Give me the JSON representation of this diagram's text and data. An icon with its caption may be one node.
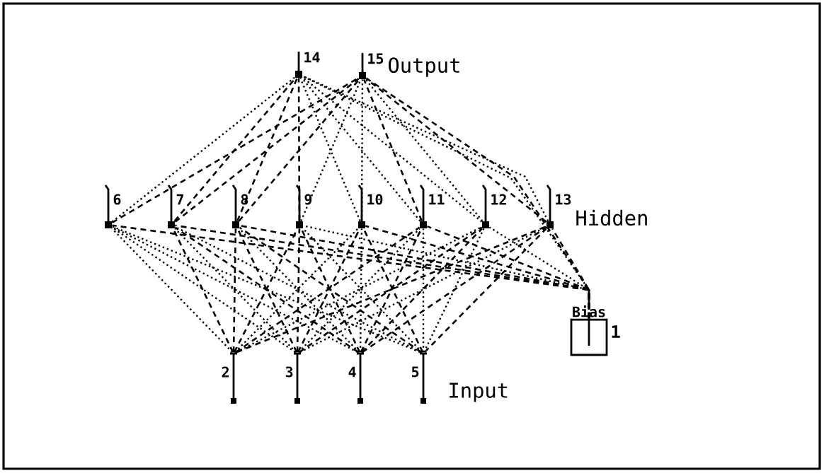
{
  "diagram": {
    "nodes": [
      {
        "text": [
          "14"
        ]
      },
      {
        "text": [
          "15"
        ]
      },
      {
        "text": [
          "6"
        ]
      },
      {
        "text": [
          "7"
        ]
      },
      {
        "text": [
          "8"
        ]
      },
      {
        "text": [
          "9"
        ]
      },
      {
        "text": [
          "10"
        ]
      },
      {
        "text": [
          "11"
        ]
      },
      {
        "text": [
          "12"
        ]
      },
      {
        "text": [
          "13"
        ]
      },
      {
        "text": [
          "2"
        ]
      },
      {
        "text": [
          "3"
        ]
      },
      {
        "text": [
          "4"
        ]
      },
      {
        "text": [
          "5"
        ]
      },
      {
        "text": [
          "Bias"
        ],
        "beside": [
          "1"
        ]
      }
    ],
    "edges": [
      {
        "from": 2,
        "to": 0,
        "arrow": "none"
      },
      {
        "from": 3,
        "to": 0,
        "arrow": "none",
        "style": "dashed"
      },
      {
        "from": 4,
        "to": 0,
        "arrow": "none",
        "style": "dashed"
      },
      {
        "from": 5,
        "to": 0,
        "arrow": "none",
        "style": "dashed"
      },
      {
        "from": 6,
        "to": 0,
        "arrow": "none"
      },
      {
        "from": 7,
        "to": 0,
        "arrow": "none"
      },
      {
        "from": 8,
        "to": 0,
        "arrow": "none"
      },
      {
        "from": 9,
        "to": 0,
        "arrow": "none"
      },
      {
        "from": 2,
        "to": 1,
        "arrow": "none",
        "style": "dashed"
      },
      {
        "from": 3,
        "to": 1,
        "arrow": "none",
        "style": "dashed"
      },
      {
        "from": 4,
        "to": 1,
        "arrow": "none",
        "style": "dashed"
      },
      {
        "from": 5,
        "to": 1,
        "arrow": "none"
      },
      {
        "from": 6,
        "to": 1,
        "arrow": "none"
      },
      {
        "from": 7,
        "to": 1,
        "arrow": "none",
        "style": "dashed"
      },
      {
        "from": 8,
        "to": 1,
        "arrow": "none"
      },
      {
        "from": 9,
        "to": 1,
        "arrow": "none",
        "style": "dashed"
      },
      {
        "from": 10,
        "to": 2,
        "arrow": "none"
      },
      {
        "from": 10,
        "to": 3,
        "arrow": "none",
        "style": "dashed"
      },
      {
        "from": 10,
        "to": 4,
        "arrow": "none",
        "style": "dashed"
      },
      {
        "from": 10,
        "to": 5,
        "arrow": "none",
        "style": "dashed"
      },
      {
        "from": 10,
        "to": 6,
        "arrow": "none"
      },
      {
        "from": 10,
        "to": 7,
        "arrow": "none",
        "style": "dashed"
      },
      {
        "from": 10,
        "to": 8,
        "arrow": "none"
      },
      {
        "from": 10,
        "to": 9,
        "arrow": "none",
        "style": "dashed"
      },
      {
        "from": 11,
        "to": 2,
        "arrow": "none"
      },
      {
        "from": 11,
        "to": 3,
        "arrow": "none"
      },
      {
        "from": 11,
        "to": 4,
        "arrow": "none",
        "style": "dashed"
      },
      {
        "from": 11,
        "to": 5,
        "arrow": "none",
        "style": "dashed"
      },
      {
        "from": 11,
        "to": 6,
        "arrow": "none",
        "style": "dashed"
      },
      {
        "from": 11,
        "to": 7,
        "arrow": "none"
      },
      {
        "from": 11,
        "to": 8,
        "arrow": "none",
        "style": "dashed"
      },
      {
        "from": 11,
        "to": 9,
        "arrow": "none"
      },
      {
        "from": 12,
        "to": 2,
        "arrow": "none"
      },
      {
        "from": 12,
        "to": 3,
        "arrow": "none",
        "style": "dashed"
      },
      {
        "from": 12,
        "to": 4,
        "arrow": "none"
      },
      {
        "from": 12,
        "to": 5,
        "arrow": "none",
        "style": "dashed"
      },
      {
        "from": 12,
        "to": 6,
        "arrow": "none"
      },
      {
        "from": 12,
        "to": 7,
        "arrow": "none",
        "style": "dashed"
      },
      {
        "from": 12,
        "to": 8,
        "arrow": "none",
        "style": "dashed"
      },
      {
        "from": 12,
        "to": 9,
        "arrow": "none",
        "style": "dashed"
      },
      {
        "from": 13,
        "to": 2,
        "arrow": "none"
      },
      {
        "from": 13,
        "to": 3,
        "arrow": "none"
      },
      {
        "from": 13,
        "to": 4,
        "arrow": "none",
        "style": "dashed"
      },
      {
        "from": 13,
        "to": 5,
        "arrow": "none"
      },
      {
        "from": 13,
        "to": 6,
        "arrow": "none",
        "style": "dashed"
      },
      {
        "from": 13,
        "to": 7,
        "arrow": "none"
      },
      {
        "from": 13,
        "to": 8,
        "arrow": "none"
      },
      {
        "from": 13,
        "to": 9,
        "arrow": "none",
        "style": "dashed"
      },
      {
        "from": 14,
        "to": 2,
        "arrow": "none",
        "style": "dashed"
      },
      {
        "from": 14,
        "to": 3,
        "arrow": "none",
        "style": "dashed"
      },
      {
        "from": 14,
        "to": 4,
        "arrow": "none",
        "style": "dashed"
      },
      {
        "from": 14,
        "to": 5,
        "arrow": "none"
      },
      {
        "from": 14,
        "to": 6,
        "arrow": "none",
        "style": "dashed"
      },
      {
        "from": 14,
        "to": 7,
        "arrow": "none",
        "style": "dashed"
      },
      {
        "from": 14,
        "to": 8,
        "arrow": "none"
      },
      {
        "from": 14,
        "to": 9,
        "arrow": "none",
        "style": "dashed"
      },
      {
        "from": 14,
        "to": 0,
        "arrow": "none"
      },
      {
        "from": 14,
        "to": 1,
        "arrow": "none",
        "style": "dashed"
      }
    ],
    "labels": [
      "Output",
      "Hidden",
      "Input"
    ]
  }
}
